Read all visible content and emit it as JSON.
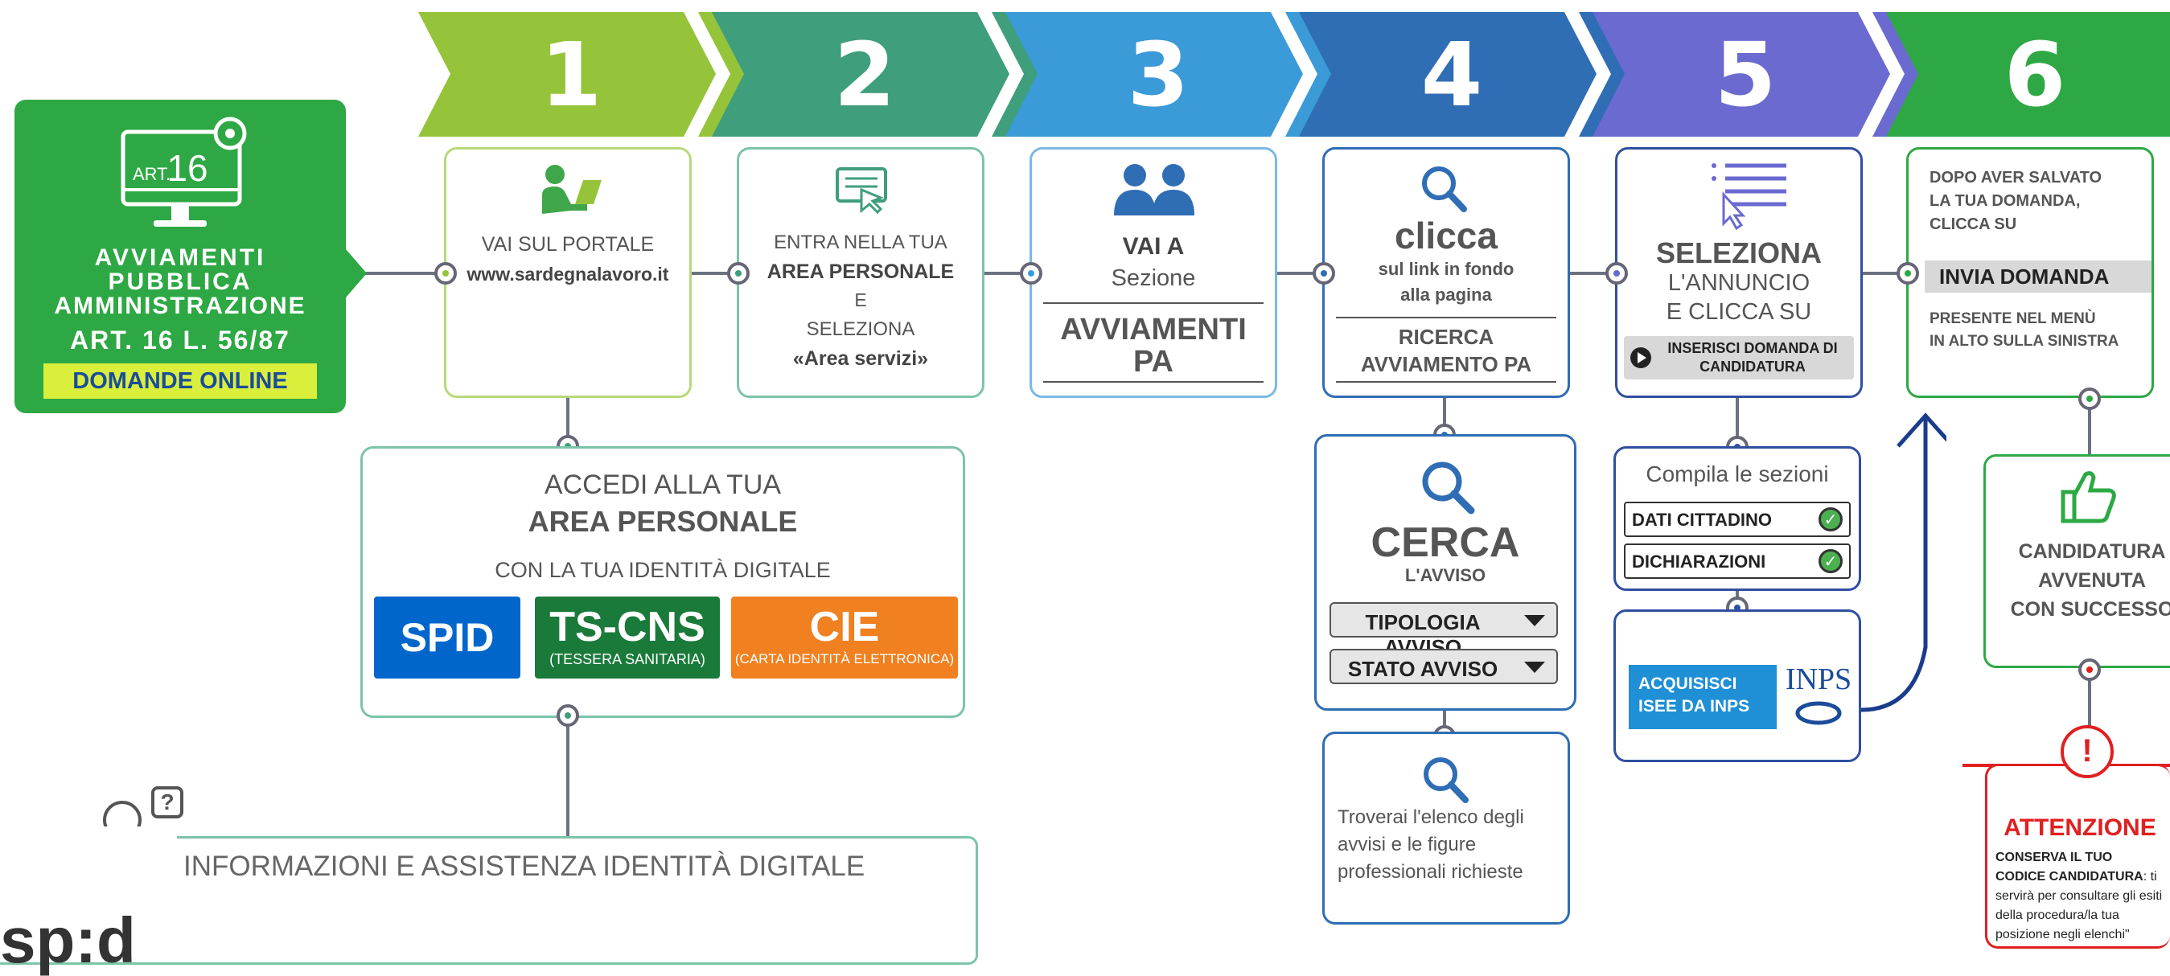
{
  "steps": [
    "1",
    "2",
    "3",
    "4",
    "5",
    "6"
  ],
  "logo_box": {
    "monitor_label": "ART.",
    "monitor_number": "16",
    "line1": "AVVIAMENTI",
    "line2": "PUBBLICA",
    "line3": "AMMINISTRAZIONE",
    "line4": "ART. 16 L. 56/87",
    "badge": "DOMANDE ONLINE"
  },
  "step1": {
    "line1": "VAI SUL PORTALE",
    "url": "www.sardegnalavoro.it"
  },
  "step2": {
    "line1": "ENTRA NELLA TUA",
    "line2": "AREA PERSONALE",
    "line3": "E",
    "line4": "SELEZIONA",
    "line5": "«Area servizi»"
  },
  "step3": {
    "line1": "VAI A",
    "line2": "Sezione",
    "line3": "AVVIAMENTI",
    "line4": "PA"
  },
  "step4": {
    "line1": "clicca",
    "line2": "sul link in fondo",
    "line3": "alla pagina",
    "line4": "RICERCA",
    "line5": "AVVIAMENTO PA"
  },
  "step5": {
    "line1": "SELEZIONA",
    "line2": "L'ANNUNCIO",
    "line3": "E CLICCA SU",
    "button": "INSERISCI DOMANDA DI CANDIDATURA"
  },
  "step6": {
    "line1": "DOPO AVER SALVATO",
    "line2": "LA TUA DOMANDA,",
    "line3": "CLICCA SU",
    "button": "INVIA DOMANDA",
    "line4": "PRESENTE NEL MENÙ",
    "line5": "IN ALTO SULLA SINISTRA"
  },
  "access": {
    "line1": "ACCEDI ALLA TUA",
    "line2": "AREA PERSONALE",
    "line3": "CON LA TUA IDENTITÀ DIGITALE",
    "spid": "SPID",
    "tscns": "TS-CNS",
    "tscns_sub": "(TESSERA SANITARIA)",
    "cie": "CIE",
    "cie_sub": "(CARTA IDENTITÀ ELETTRONICA)"
  },
  "info": {
    "title": "INFORMAZIONI E ASSISTENZA IDENTITÀ DIGITALE",
    "question": "?",
    "spid_logo": "sp:d"
  },
  "cerca": {
    "line1": "CERCA",
    "line2": "L'AVVISO",
    "select1": "TIPOLOGIA AVVISO",
    "select2": "STATO AVVISO"
  },
  "troverai": {
    "text1": "Troverai l'elenco degli",
    "text2": "avvisi e le figure",
    "text3": "professionali richieste"
  },
  "compila": {
    "title": "Compila le sezioni",
    "field1": "DATI CITTADINO",
    "field2": "DICHIARAZIONI"
  },
  "isee": {
    "button_line1": "ACQUISISCI",
    "button_line2": "ISEE DA INPS",
    "logo": "INPS"
  },
  "success": {
    "line1": "CANDIDATURA",
    "line2": "AVVENUTA",
    "line3": "CON SUCCESSO"
  },
  "warning": {
    "title": "ATTENZIONE",
    "bold": "CONSERVA IL TUO CODICE CANDIDATURA",
    "text": ": ti servirà per consultare gli esiti della procedura/la tua posizione negli elenchi\""
  },
  "colors": {
    "step1": "#95c43a",
    "step2": "#3f9e7c",
    "step3": "#3b9ad8",
    "step4": "#2f6db5",
    "step5": "#6a6ad0",
    "step6": "#2ea844",
    "logo_bg": "#2ea844",
    "spid": "#0066cc",
    "tscns": "#1a7a3a",
    "cie": "#f08020",
    "alert": "#e02020"
  }
}
